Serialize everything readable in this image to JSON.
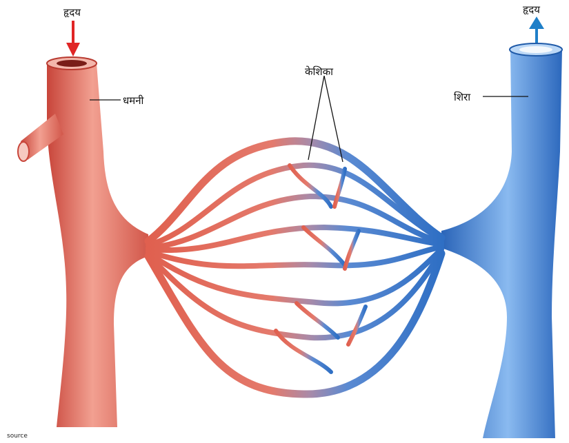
{
  "labels": {
    "heart_in": "हृदय",
    "artery": "धमनी",
    "capillaries": "केशिका",
    "vein": "शिरा",
    "heart_out": "हृदय",
    "source": "source"
  },
  "colors": {
    "artery": "#e0604f",
    "artery_light": "#f3a89a",
    "vein": "#2f6fc4",
    "vein_light": "#7fb0ea",
    "mix": "#a98aa8",
    "arrow_in": "#e02525",
    "arrow_out": "#1f7fc8"
  }
}
